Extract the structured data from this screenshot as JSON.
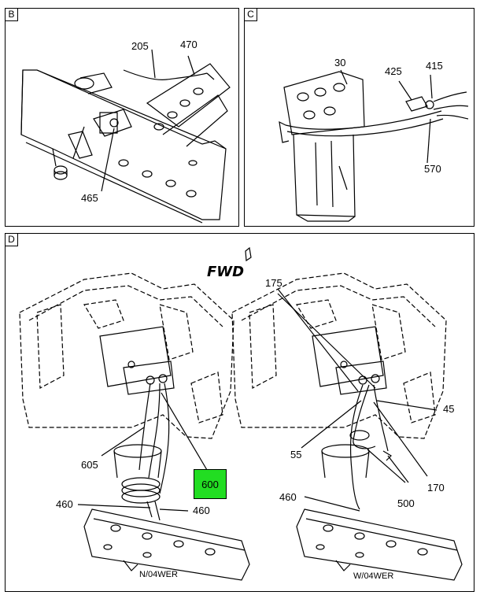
{
  "panels": {
    "B": {
      "tag": "B",
      "callouts": {
        "c205": "205",
        "c470": "470",
        "c465": "465"
      }
    },
    "C": {
      "tag": "C",
      "callouts": {
        "c30": "30",
        "c425": "425",
        "c415": "415",
        "c570": "570"
      }
    },
    "D": {
      "tag": "D",
      "fwd": "FWD",
      "highlight_color": "#22dd22",
      "left_view": {
        "caption": "N/04WER",
        "callouts": {
          "c605": "605",
          "c600": "600",
          "c460a": "460",
          "c460b": "460"
        }
      },
      "right_view": {
        "caption": "W/04WER",
        "callouts": {
          "c175": "175",
          "c45": "45",
          "c55": "55",
          "c170": "170",
          "c460": "460",
          "c500": "500"
        }
      }
    }
  }
}
